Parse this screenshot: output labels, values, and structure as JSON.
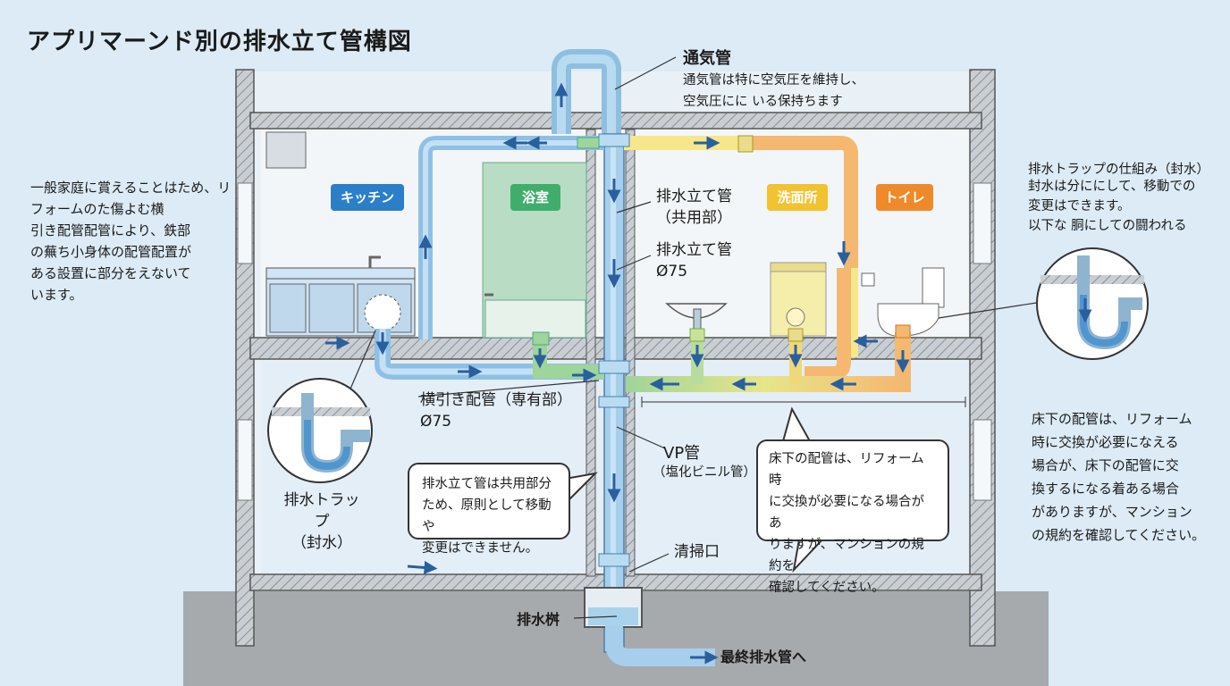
{
  "title": "アプリマーンド別の排水立て管構図",
  "left_note": "一般家庭に賞えることはため、リフォームのた傷よむ横\n引き配管配管により、鉄部\nの蕪ち小身体の配管配置が\nある設置に部分をえないて\nいます。",
  "rooms": {
    "kitchen": "キッチン",
    "bath": "浴室",
    "washroom": "洗面所",
    "toilet": "トイレ"
  },
  "vent": {
    "label": "通気管",
    "desc": "通気管は特に空気圧を維持し、\n空気圧にに いる保持ちます"
  },
  "stack_common": "排水立て管\n（共用部）",
  "stack_size": "排水立て管\nØ75",
  "horizontal_pipe": "横引き配管（専有部）\nØ75",
  "vp_pipe": "VP管",
  "vp_pipe_sub": "（塩化ビニル管）",
  "trap_label": "排水トラップ\n（封水）",
  "right_top_note": {
    "title": "排水トラップの仕組み（封水）",
    "body": "封水は分ににして、移動での\n変更はできます。\n以下な 胴にしての闘われる"
  },
  "right_bottom_note": "床下の配管は、リフォーム\n時に交換が必要になえる\n場合が、床下の配管に交\n換するになる着ある場合\nがありますが、マンション\nの規約を確認してください。",
  "bubble_left": "排水立て管は共用部分\nため、原則として移動や\n変更はできません。",
  "bubble_right": "床下の配管は、リフォーム時\nに交換が必要になる場合があ\nりますが、マンションの規約を\n確認してください。",
  "cleanout": "清掃口",
  "catch_basin": "排水桝",
  "final_pipe": "最終排水管へ",
  "colors": {
    "kitchen": "#2b7fc9",
    "bath": "#3fae6a",
    "washroom": "#f2c230",
    "toilet": "#ee8a2a",
    "pipe_blue": "#9fcbea",
    "pipe_green": "#9fd49a",
    "pipe_yellow": "#f6e98a",
    "pipe_orange": "#f4b870"
  }
}
